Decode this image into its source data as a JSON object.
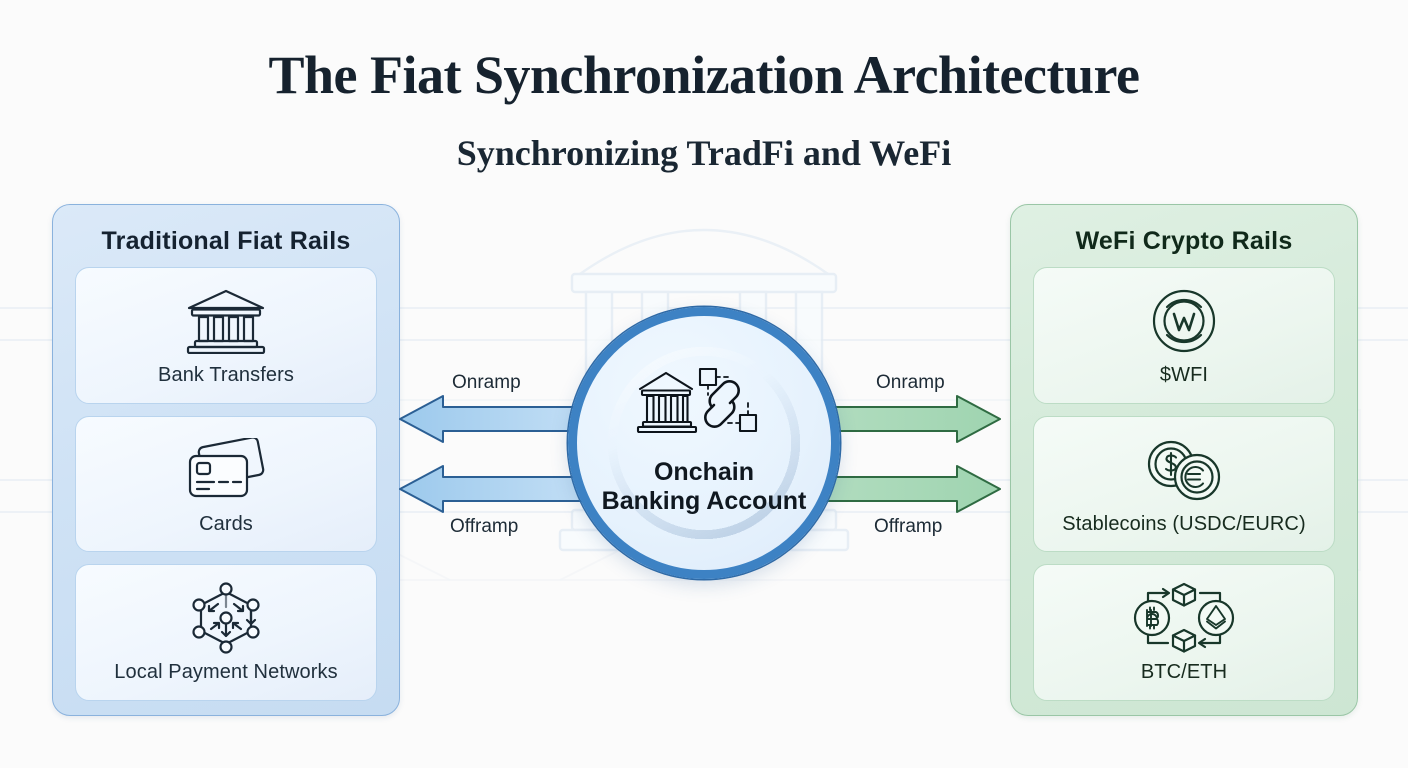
{
  "header": {
    "title": "The Fiat Synchronization Architecture",
    "subtitle": "Synchronizing TradFi and WeFi"
  },
  "colors": {
    "left_panel_bg": "#cfe2f5",
    "left_panel_border": "#8ab2dd",
    "right_panel_bg": "#d4ead9",
    "right_panel_border": "#9ac6a6",
    "hub_ring": "#3d82c4",
    "hub_fill": "#e6f2fd",
    "arrow_left_fill": "#aed2ef",
    "arrow_left_stroke": "#2b5f94",
    "arrow_right_fill": "#a9dbb7",
    "arrow_right_stroke": "#2f6b42",
    "title_text": "#16222e",
    "page_bg": "#fbfbfb"
  },
  "left_panel": {
    "title": "Traditional Fiat Rails",
    "cards": [
      {
        "label": "Bank Transfers",
        "icon": "bank-building-icon"
      },
      {
        "label": "Cards",
        "icon": "credit-cards-icon"
      },
      {
        "label": "Local Payment Networks",
        "icon": "network-nodes-icon"
      }
    ]
  },
  "right_panel": {
    "title": "WeFi Crypto Rails",
    "cards": [
      {
        "label": "$WFI",
        "icon": "wfi-token-icon"
      },
      {
        "label": "Stablecoins (USDC/EURC)",
        "icon": "dollar-euro-coins-icon"
      },
      {
        "label": "BTC/ETH",
        "icon": "btc-eth-cycle-icon"
      }
    ]
  },
  "hub": {
    "line1": "Onchain",
    "line2": "Banking Account",
    "icon": "bank-chainlink-icon"
  },
  "flows": {
    "left": [
      {
        "label": "Onramp",
        "direction": "left"
      },
      {
        "label": "Offramp",
        "direction": "left"
      }
    ],
    "right": [
      {
        "label": "Onramp",
        "direction": "right"
      },
      {
        "label": "Offramp",
        "direction": "right"
      }
    ]
  }
}
